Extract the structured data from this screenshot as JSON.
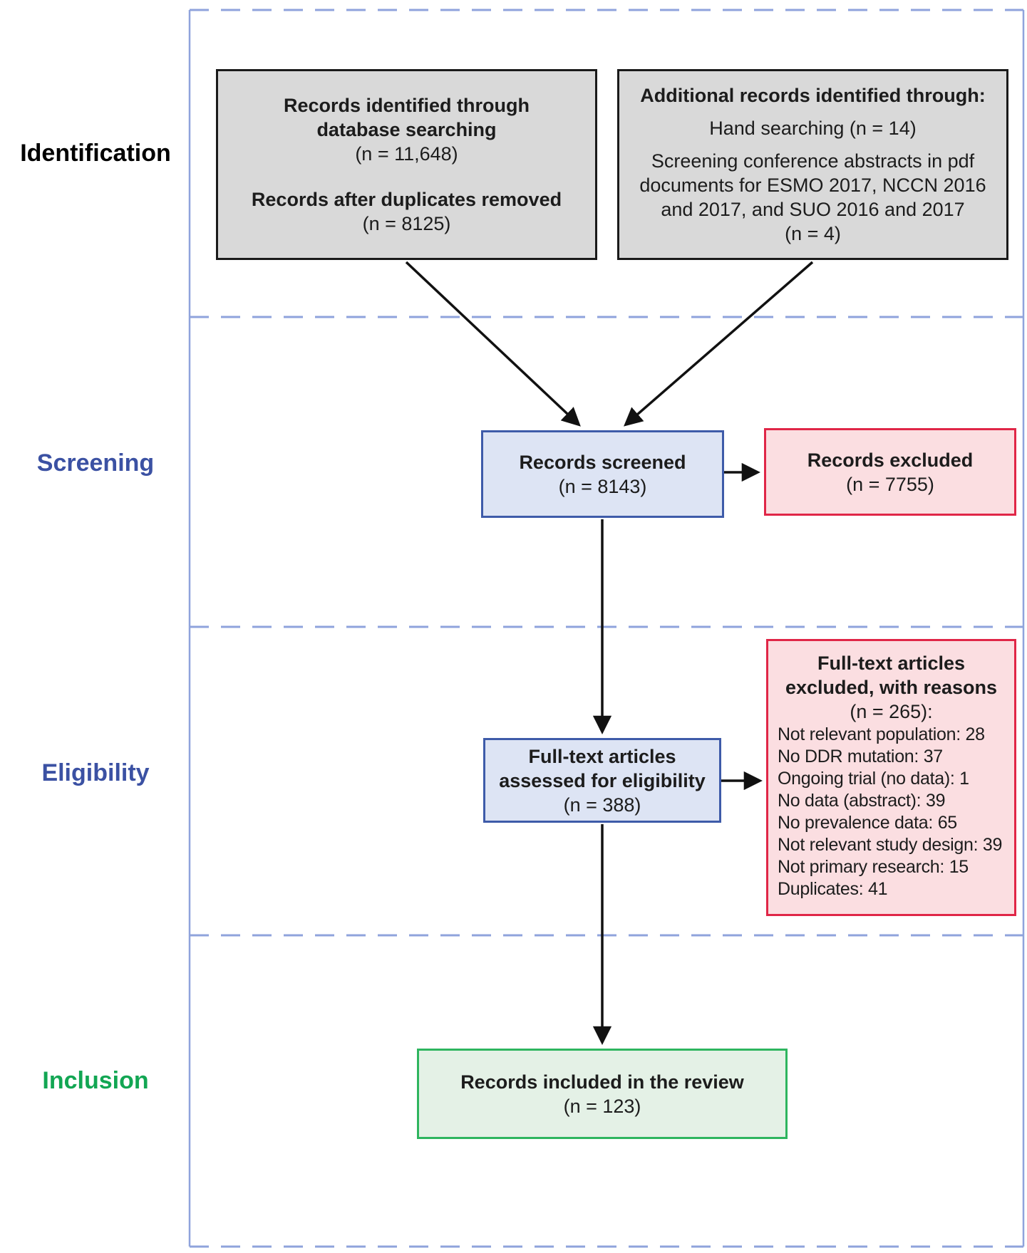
{
  "stage_labels": {
    "identification": "Identification",
    "screening": "Screening",
    "eligibility": "Eligibility",
    "inclusion": "Inclusion"
  },
  "boxes": {
    "database": {
      "title_line1": "Records identified through",
      "title_line2": "database searching",
      "count1": "(n = 11,648)",
      "title2": "Records after duplicates removed",
      "count2": "(n = 8125)"
    },
    "additional": {
      "title": "Additional records identified through:",
      "hand_searching": "Hand searching (n = 14)",
      "conference": "Screening conference abstracts in pdf documents for ESMO 2017, NCCN 2016 and 2017, and SUO 2016 and 2017",
      "count": "(n = 4)"
    },
    "screened": {
      "title": "Records screened",
      "count": "(n = 8143)"
    },
    "excluded": {
      "title": "Records excluded",
      "count": "(n = 7755)"
    },
    "fulltext": {
      "title_line1": "Full-text articles",
      "title_line2": "assessed for eligibility",
      "count": "(n = 388)"
    },
    "fulltext_excluded": {
      "title_line1": "Full-text articles",
      "title_line2": "excluded, with reasons",
      "count": "(n = 265):",
      "reasons": [
        "Not relevant population: 28",
        "No DDR mutation: 37",
        "Ongoing trial (no data): 1",
        "No data (abstract): 39",
        "No prevalence data: 65",
        "Not relevant study design: 39",
        "Not primary research: 15",
        "Duplicates: 41"
      ]
    },
    "included": {
      "title": "Records included in the review",
      "count": "(n = 123)"
    }
  },
  "colors": {
    "gray_fill": "#d9d9d9",
    "gray_border": "#1a1a1a",
    "blue_fill": "#dde4f4",
    "blue_border": "#3e5ba9",
    "red_fill": "#fbdee1",
    "red_border": "#e02647",
    "green_fill": "#e4f1e6",
    "green_border": "#2eb55f",
    "dashed_line": "#8fa3dc",
    "identification_label": "#000000",
    "screening_label": "#3b51a3",
    "eligibility_label": "#3b51a3",
    "inclusion_label": "#12a653",
    "arrow": "#111111"
  }
}
